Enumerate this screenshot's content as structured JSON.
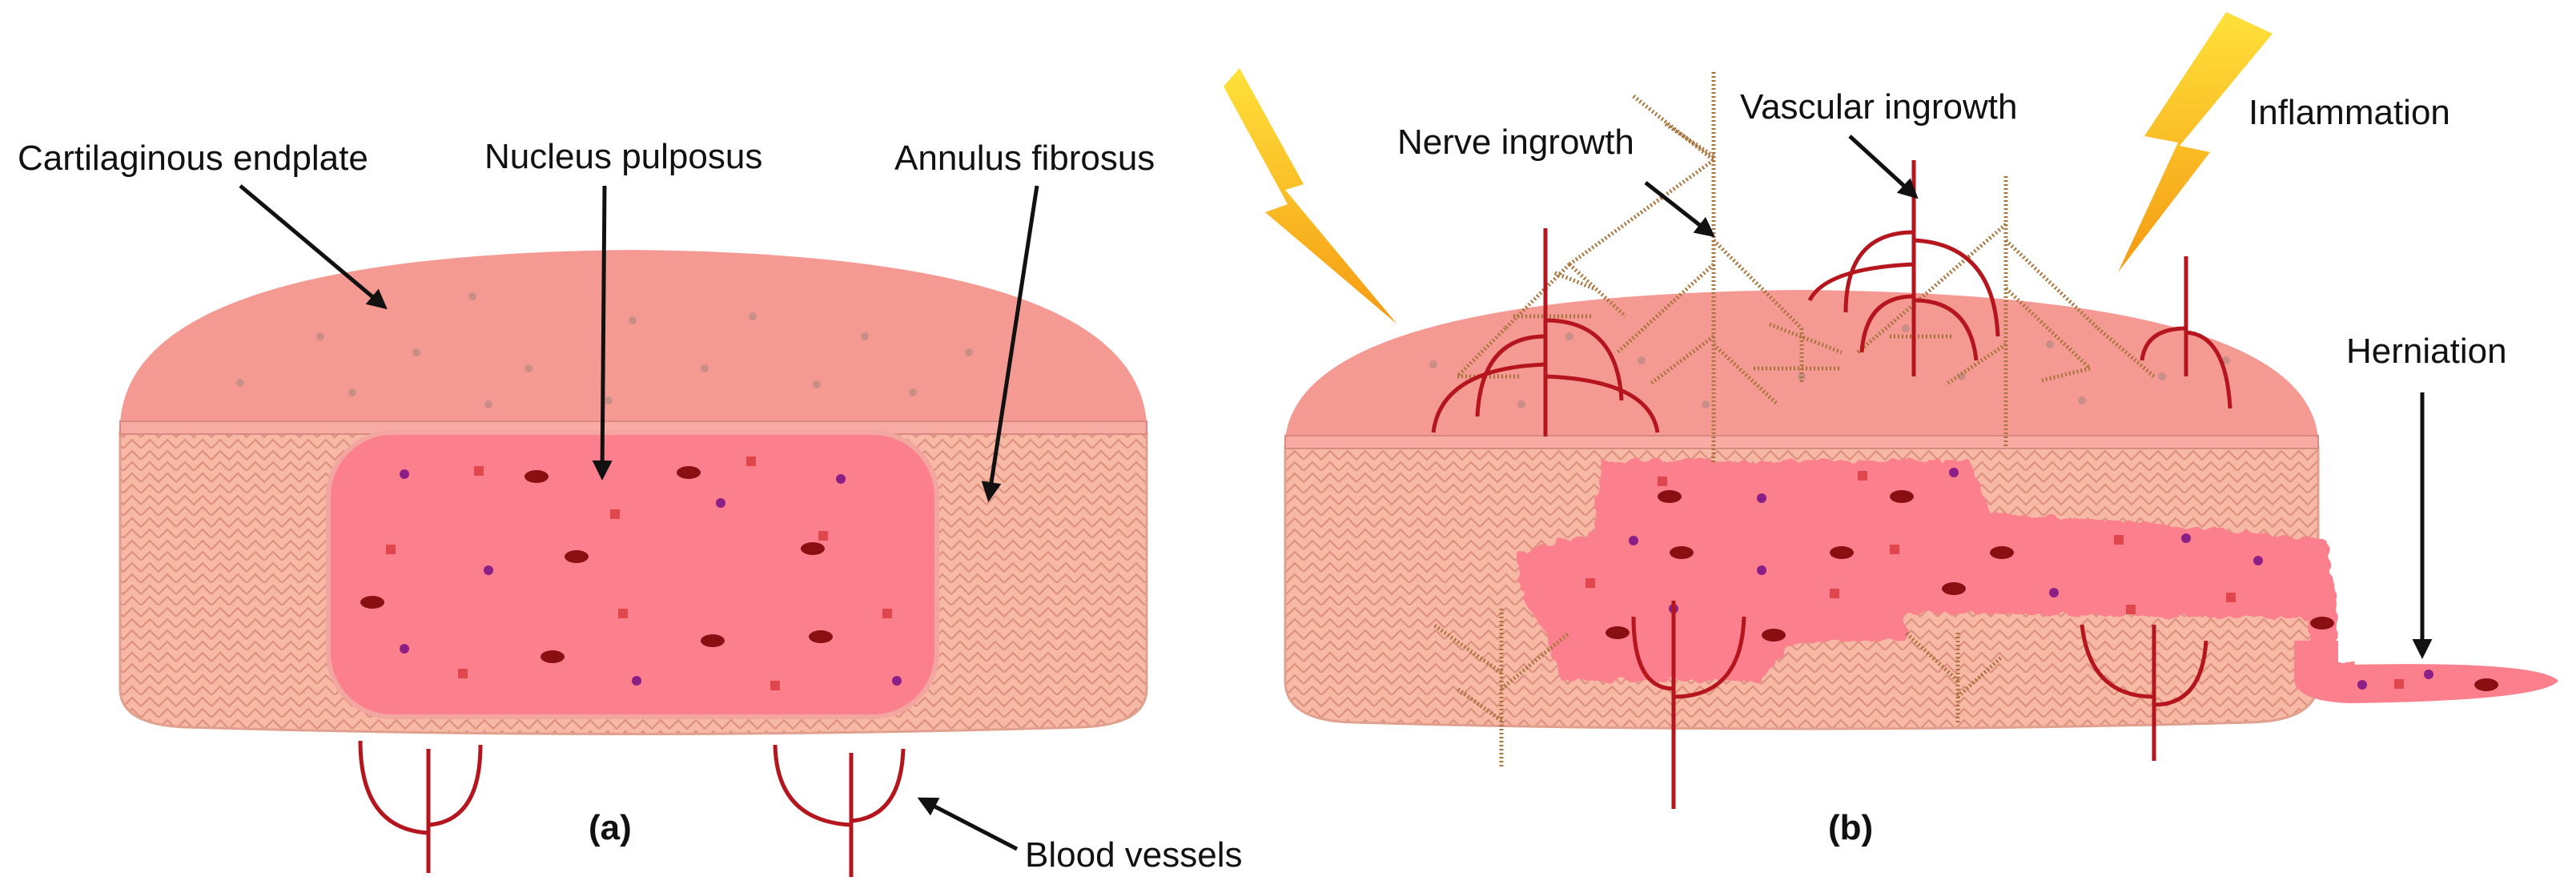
{
  "panel_a": {
    "labels": {
      "endplate": "Cartilaginous endplate",
      "nucleus": "Nucleus pulposus",
      "annulus": "Annulus fibrosus",
      "vessels": "Blood vessels"
    },
    "caption": "(a)"
  },
  "panel_b": {
    "labels": {
      "nerve": "Nerve ingrowth",
      "vascular": "Vascular ingrowth",
      "inflammation": "Inflammation",
      "herniation": "Herniation"
    },
    "caption": "(b)"
  },
  "colors": {
    "endplate": "#f59a92",
    "annulus": "#f7b8a6",
    "nucleus": "#fb7f8c",
    "vessel": "#b5161e",
    "nerve": "#a8743c",
    "lightning_top": "#ffd11a",
    "lightning_bottom": "#f59a12",
    "cell_dark": "#8a0f12",
    "cell_purple": "#8c1f86",
    "cell_square": "#e0474d"
  }
}
